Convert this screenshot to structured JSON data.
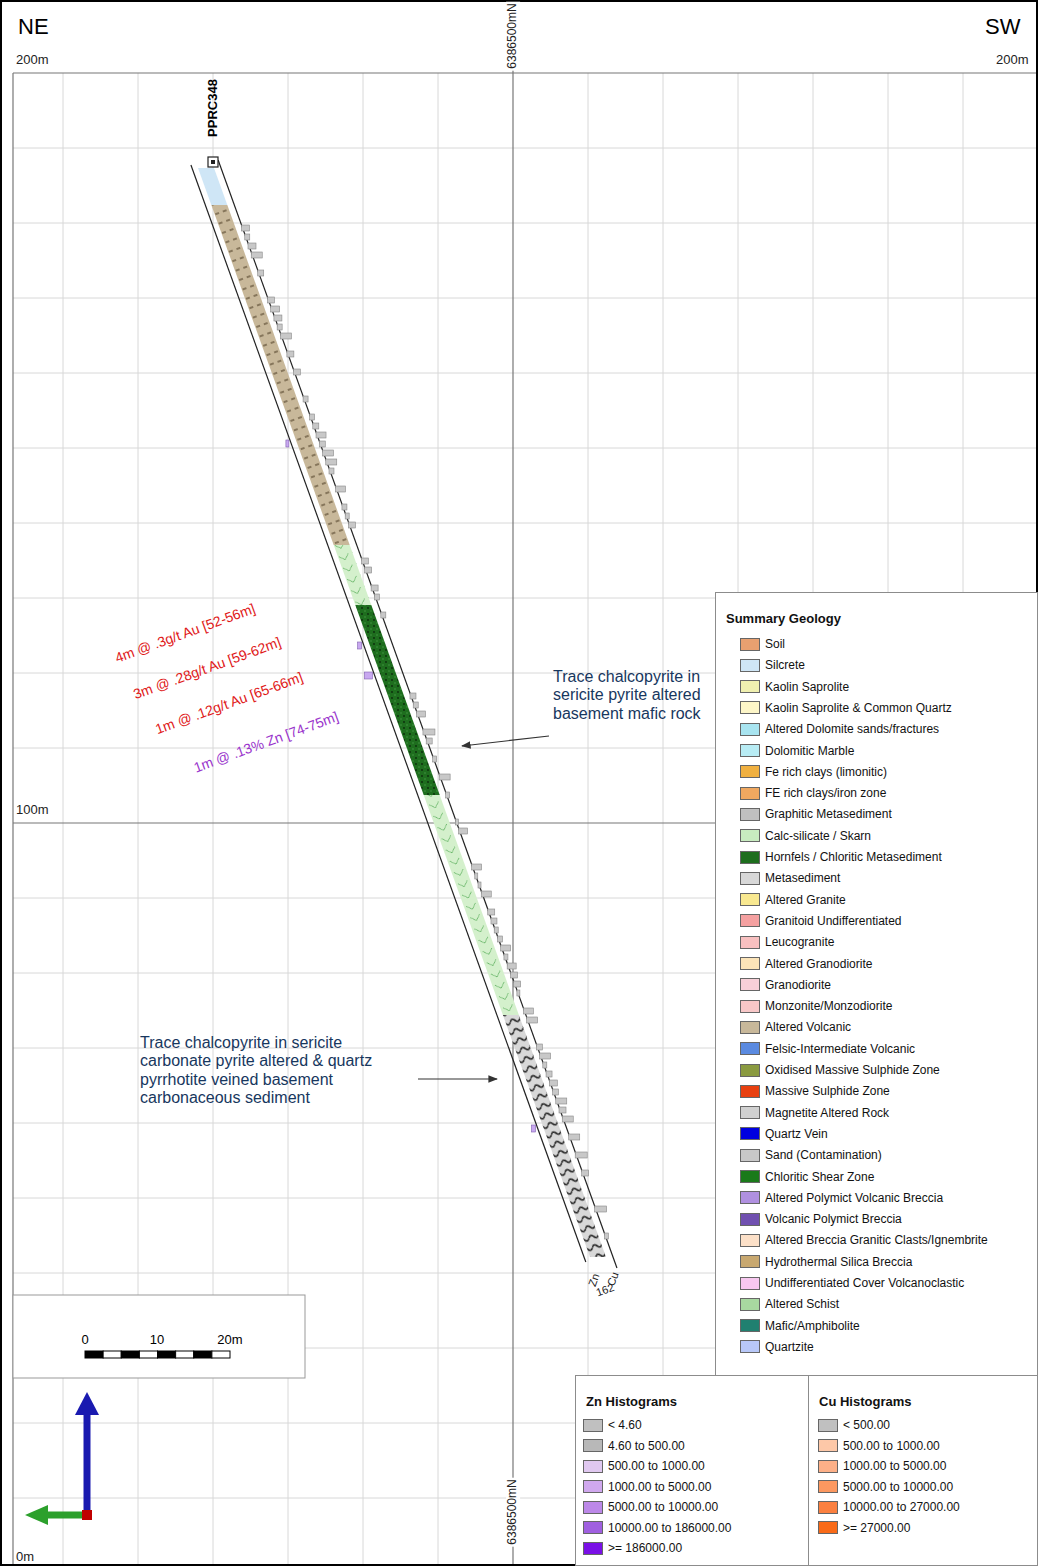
{
  "diagram": {
    "nodes": [
      {
        "text": [
          "Summary Geology"
        ]
      },
      {
        "text": [
          "Zn Histograms"
        ]
      },
      {
        "text": [
          "Cu Histograms"
        ]
      }
    ],
    "labels": [
      "NE",
      "SW",
      "200m",
      "200m",
      "PPRC348",
      "6386500mN",
      "6386500mN",
      "4m @ .3g/t Au [52-56m]",
      "3m @ .28g/t Au [59-62m]",
      "1m @ .12g/t Au [65-66m]",
      "1m @ .13% Zn [74-75m]",
      "Trace chalcopyrite in sericite pyrite altered basement mafic rock",
      "Trace chalcopyrite in sericite carbonate pyrite altered & quartz pyrrhotite veined basement carbonaceous sediment",
      "100m",
      "0m",
      "0",
      "10",
      "20m",
      "Zn",
      "Cu",
      "162"
    ],
    "legend": [
      {
        "text": "Soil",
        "color": "#e8a070"
      },
      {
        "text": "Silcrete",
        "color": "#cfe6f6"
      },
      {
        "text": "Kaolin Saprolite",
        "color": "#f0f0b0"
      },
      {
        "text": "Kaolin Saprolite & Common Quartz",
        "color": "#fdf6c8"
      },
      {
        "text": "Altered Dolomite sands/fractures",
        "color": "#a8e4f0"
      },
      {
        "text": "Dolomitic Marble",
        "color": "#b8ecf4"
      },
      {
        "text": "Fe rich clays (limonitic)",
        "color": "#f0b040"
      },
      {
        "text": "FE rich clays/iron zone",
        "color": "#f0a860"
      },
      {
        "text": "Graphitic Metasediment",
        "color": "#c0c0c0"
      },
      {
        "text": "Calc-silicate / Skarn",
        "color": "#c8ecc0"
      },
      {
        "text": "Hornfels / Chloritic Metasediment",
        "color": "#1e6e1e"
      },
      {
        "text": "Metasediment",
        "color": "#d8d8d8"
      },
      {
        "text": "Altered Granite",
        "color": "#f8e890"
      },
      {
        "text": "Granitoid Undifferentiated",
        "color": "#f4a0a0"
      },
      {
        "text": "Leucogranite",
        "color": "#f8c0c0"
      },
      {
        "text": "Altered Granodiorite",
        "color": "#fce4b8"
      },
      {
        "text": "Granodiorite",
        "color": "#f8d0d8"
      },
      {
        "text": "Monzonite/Monzodiorite",
        "color": "#f8c8c8"
      },
      {
        "text": "Altered Volcanic",
        "color": "#c8b89a"
      },
      {
        "text": "Felsic-Intermediate Volcanic",
        "color": "#5a8ae0"
      },
      {
        "text": "Oxidised Massive Sulphide Zone",
        "color": "#8a9a40"
      },
      {
        "text": "Massive Sulphide Zone",
        "color": "#e84010"
      },
      {
        "text": "Magnetite Altered Rock",
        "color": "#d0d0d0"
      },
      {
        "text": "Quartz Vein",
        "color": "#0000e0"
      },
      {
        "text": "Sand (Contamination)",
        "color": "#c8c8c8"
      },
      {
        "text": "Chloritic Shear Zone",
        "color": "#1a7a1a"
      },
      {
        "text": "Altered Polymict Volcanic Breccia",
        "color": "#b090e0"
      },
      {
        "text": "Volcanic Polymict Breccia",
        "color": "#7050b0"
      },
      {
        "text": "Altered Breccia Granitic Clasts/Ignembrite",
        "color": "#fce0c8"
      },
      {
        "text": "Hydrothermal Silica Breccia",
        "color": "#c8a870"
      },
      {
        "text": "Undifferentiated Cover Volcanoclastic",
        "color": "#f8c8f0"
      },
      {
        "text": "Altered Schist",
        "color": "#a8d8a0"
      },
      {
        "text": "Mafic/Amphibolite",
        "color": "#208070"
      },
      {
        "text": "Quartzite",
        "color": "#b8c8f8"
      },
      {
        "text": "< 4.60",
        "color": "#c0c0c0"
      },
      {
        "text": "4.60 to 500.00",
        "color": "#b8b8b8"
      },
      {
        "text": "500.00 to 1000.00",
        "color": "#e0c8f0"
      },
      {
        "text": "1000.00 to 5000.00",
        "color": "#d0a8ee"
      },
      {
        "text": "5000.00 to 10000.00",
        "color": "#bc88e8"
      },
      {
        "text": "10000.00 to 186000.00",
        "color": "#a060e0"
      },
      {
        "text": ">= 186000.00",
        "color": "#7a10e6"
      },
      {
        "text": "< 500.00",
        "color": "#c0c0c0"
      },
      {
        "text": "500.00 to 1000.00",
        "color": "#fdc8a8"
      },
      {
        "text": "1000.00 to 5000.00",
        "color": "#fdb088"
      },
      {
        "text": "5000.00 to 10000.00",
        "color": "#fc9860"
      },
      {
        "text": "10000.00 to 27000.00",
        "color": "#fb8040"
      },
      {
        "text": ">= 27000.00",
        "color": "#f96a18"
      }
    ]
  }
}
